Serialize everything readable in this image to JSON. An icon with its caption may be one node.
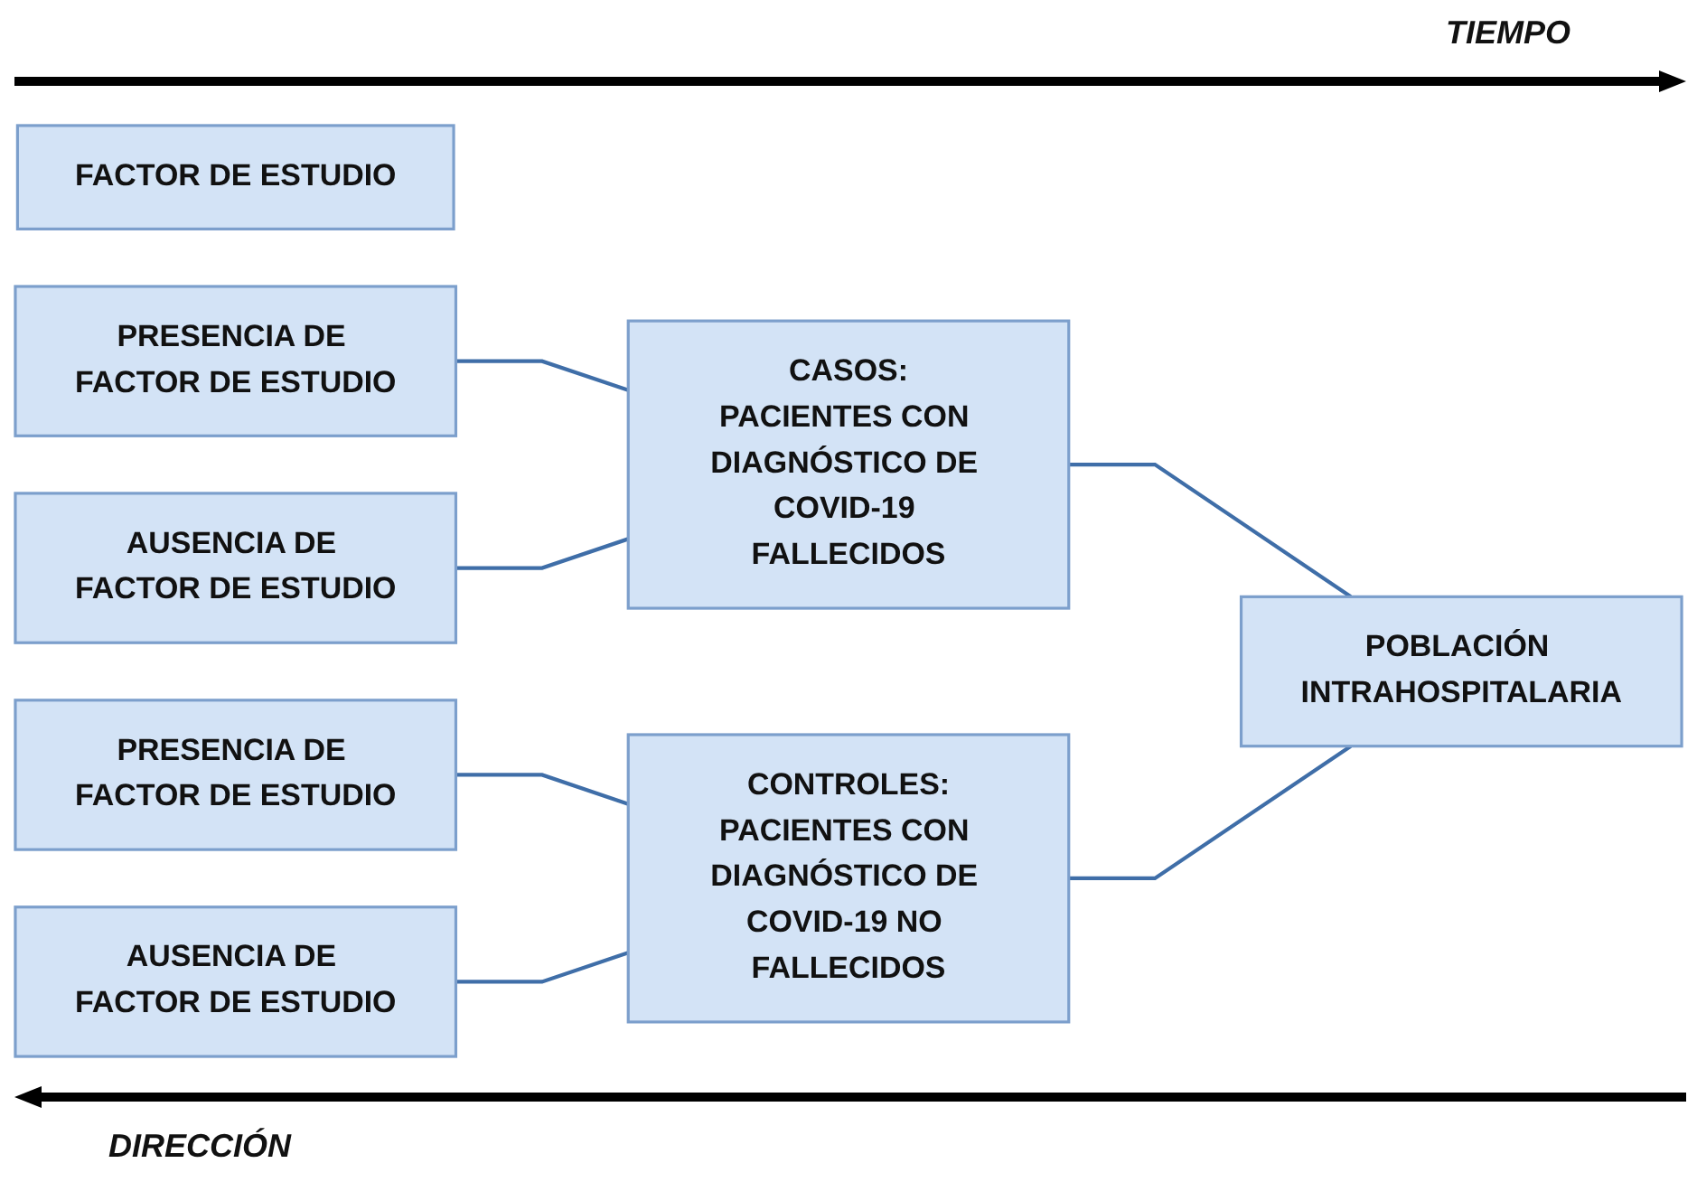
{
  "diagram": {
    "nodes": [
      {
        "text": [
          "FACTOR DE ESTUDIO"
        ]
      },
      {
        "text": [
          "PRESENCIA DE FACTOR DE ESTUDIO"
        ]
      },
      {
        "text": [
          "AUSENCIA DE FACTOR DE ESTUDIO"
        ]
      },
      {
        "text": [
          "CASOS:",
          "PACIENTES CON DIAGNÓSTICO DE COVID-19 FALLECIDOS"
        ]
      },
      {
        "text": [
          "PRESENCIA DE FACTOR DE ESTUDIO"
        ]
      },
      {
        "text": [
          "AUSENCIA DE FACTOR DE ESTUDIO"
        ]
      },
      {
        "text": [
          "CONTROLES:",
          "PACIENTES CON DIAGNÓSTICO DE COVID-19 NO FALLECIDOS"
        ]
      },
      {
        "text": [
          "POBLACIÓN INTRAHOSPITALARIA"
        ]
      }
    ],
    "edges": [
      {
        "from": 1,
        "to": 3,
        "arrow": "none"
      },
      {
        "from": 2,
        "to": 3,
        "arrow": "none"
      },
      {
        "from": 4,
        "to": 6,
        "arrow": "none"
      },
      {
        "from": 5,
        "to": 6,
        "arrow": "none"
      },
      {
        "from": 3,
        "to": 7,
        "arrow": "none"
      },
      {
        "from": 6,
        "to": 7,
        "arrow": "none"
      }
    ],
    "labels": [
      "TIEMPO",
      "DIRECCIÓN"
    ]
  }
}
